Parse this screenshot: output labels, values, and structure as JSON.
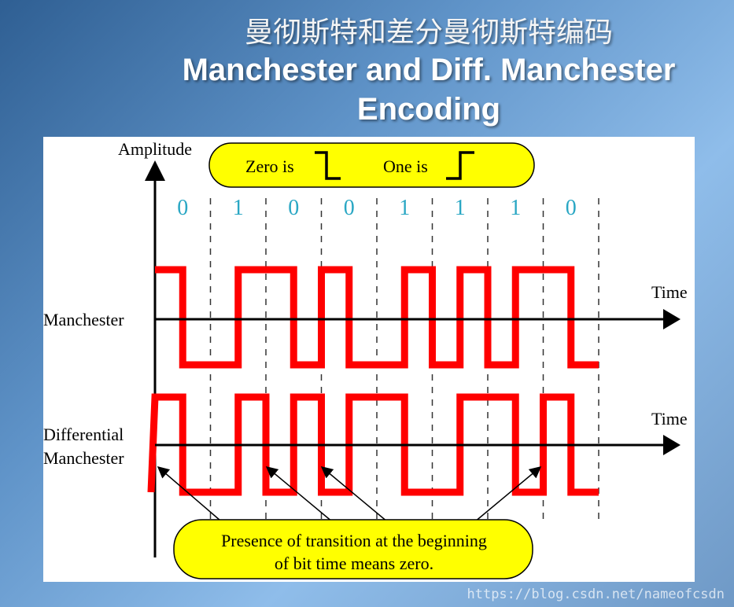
{
  "title": {
    "chinese": "曼彻斯特和差分曼彻斯特编码",
    "english": "Manchester and Diff. Manchester Encoding"
  },
  "diagram": {
    "y_axis_label": "Amplitude",
    "time_label": "Time",
    "legend": {
      "zero_text": "Zero is",
      "one_text": "One is"
    },
    "bits": [
      "0",
      "1",
      "0",
      "0",
      "1",
      "1",
      "1",
      "0"
    ],
    "manchester_label": "Manchester",
    "differential_label_line1": "Differential",
    "differential_label_line2": "Manchester",
    "note_line1": "Presence of transition at the beginning",
    "note_line2": "of bit time means zero.",
    "colors": {
      "signal": "#ff0000",
      "bubble": "#ffff00",
      "bits": "#2aa7c4"
    }
  },
  "watermark": "https://blog.csdn.net/nameofcsdn"
}
